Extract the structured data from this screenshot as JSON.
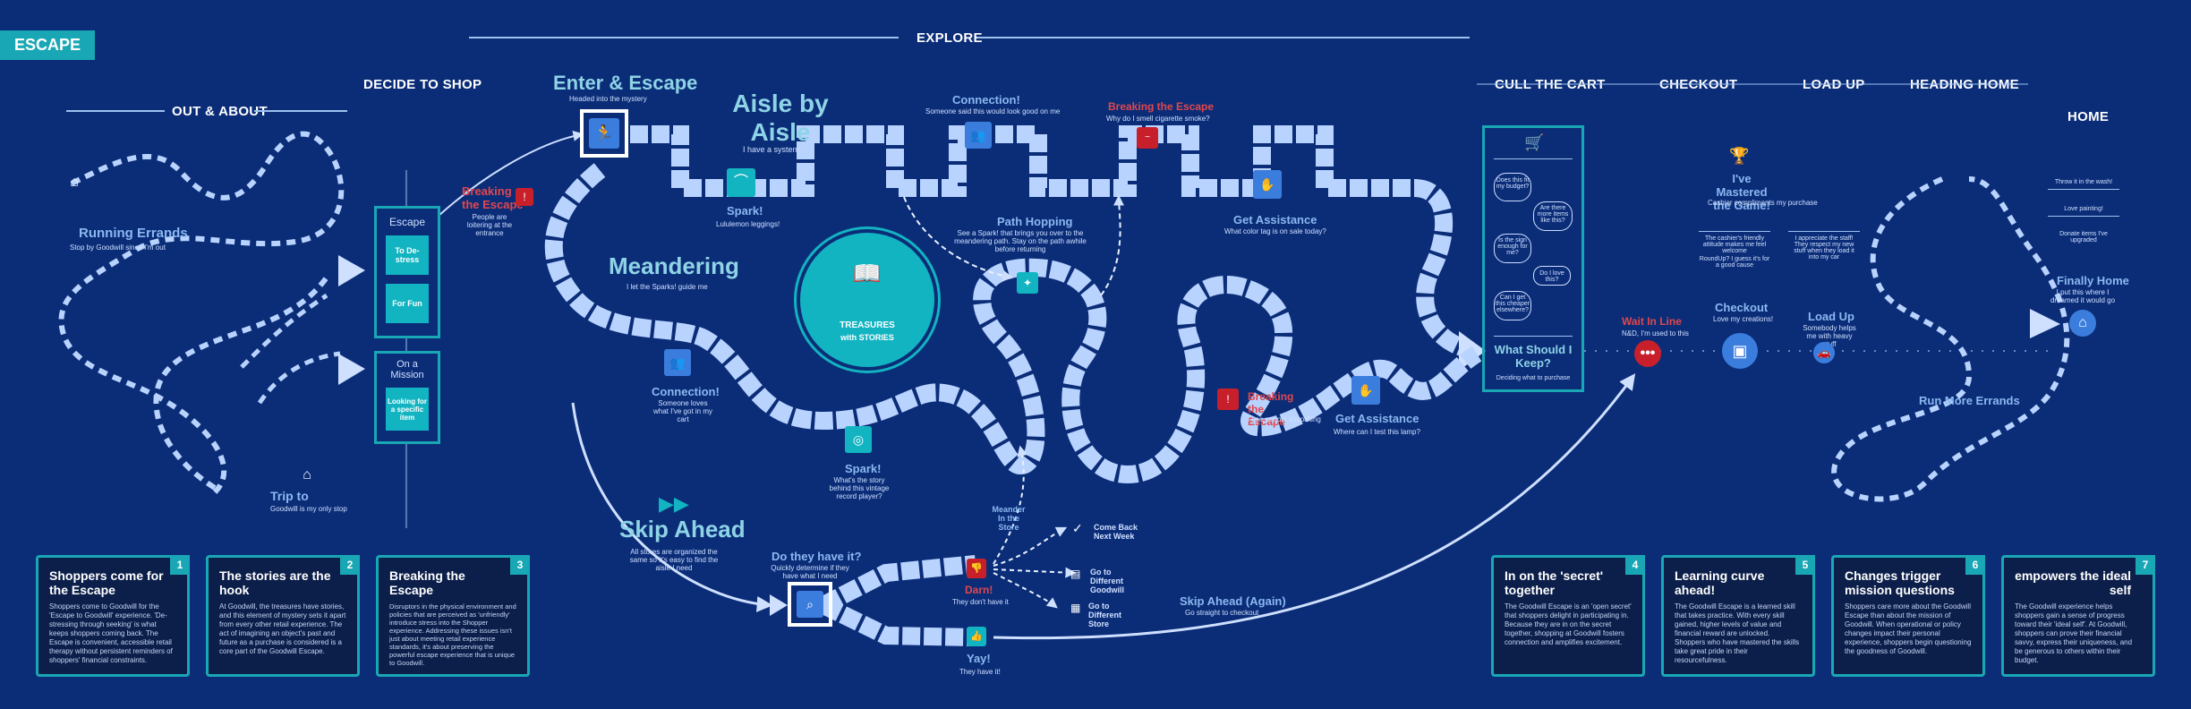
{
  "brand_tag": "ESCAPE",
  "sections": {
    "explore": "EXPLORE",
    "out_about": "OUT & ABOUT",
    "decide_to_shop": "DECIDE TO SHOP",
    "cull_the_cart": "CULL THE CART",
    "checkout": "CHECKOUT",
    "load_up": "LOAD UP",
    "heading_home": "HEADING HOME",
    "home": "HOME"
  },
  "stages": {
    "running_errands": {
      "title": "Running Errands",
      "sub": "Stop by Goodwill since I'm out"
    },
    "trip_to": {
      "title": "Trip to",
      "sub": "Goodwill is my only stop"
    },
    "escape_panel": {
      "title": "Escape",
      "items": [
        "To De-stress",
        "For Fun"
      ]
    },
    "mission_panel": {
      "title": "On a Mission",
      "items": [
        "Looking for a specific item"
      ]
    },
    "breaking_escape_1": {
      "title": "Breaking the Escape",
      "sub": "People are loitering at the entrance"
    },
    "enter_escape": {
      "title": "Enter & Escape",
      "sub": "Headed into the mystery"
    },
    "aisle_by_aisle": {
      "title": "Aisle by Aisle",
      "sub": "I have a system"
    },
    "spark_1": {
      "title": "Spark!",
      "sub": "Lululemon leggings!"
    },
    "connection_top": {
      "title": "Connection!",
      "sub": "Someone said this would look good on me"
    },
    "breaking_escape_top": {
      "title": "Breaking the Escape",
      "sub": "Why do I smell cigarette smoke?"
    },
    "path_hopping": {
      "title": "Path Hopping",
      "sub": "See a Spark! that brings you over to the meandering path. Stay on the path awhile before returning"
    },
    "get_assistance_top": {
      "title": "Get Assistance",
      "sub": "What color tag is on sale today?"
    },
    "meandering": {
      "title": "Meandering",
      "sub": "I let the Sparks! guide me"
    },
    "treasures": {
      "title": "TREASURES",
      "sub": "with STORIES"
    },
    "connection_low": {
      "title": "Connection!",
      "sub": "Someone loves what I've got in my cart"
    },
    "spark_2": {
      "title": "Spark!",
      "sub": "What's the story behind this vintage record player?"
    },
    "breaking_escape_right": {
      "title": "Breaking the Escape",
      "sub": "I see people shoplifting"
    },
    "get_assistance_low": {
      "title": "Get Assistance",
      "sub": "Where can I test this lamp?"
    },
    "skip_ahead": {
      "title": "Skip Ahead",
      "sub": "All stores are organized the same so it's easy to find the aisle I need"
    },
    "do_they_have_it": {
      "title": "Do they have it?",
      "sub": "Quickly determine if they have what I need"
    },
    "meander_in_store": {
      "title": "Meander In the Store"
    },
    "come_back": {
      "title": "Come Back Next Week"
    },
    "different_goodwill": {
      "title": "Go to Different Goodwill"
    },
    "different_store": {
      "title": "Go to Different Store"
    },
    "darn": {
      "title": "Darn!",
      "sub": "They don't have it"
    },
    "yay": {
      "title": "Yay!",
      "sub": "They have it!"
    },
    "skip_ahead_again": {
      "title": "Skip Ahead (Again)",
      "sub": "Go straight to checkout"
    },
    "what_should_keep": {
      "title": "What Should I Keep?",
      "sub": "Deciding what to purchase"
    },
    "thought_bubbles": [
      "Does this fit my budget?",
      "Are there more items like this?",
      "Is the sign enough for me?",
      "Do I love this?",
      "Can I get this cheaper elsewhere?"
    ],
    "wait_in_line": {
      "title": "Wait In Line",
      "sub": "N&D, I'm used to this"
    },
    "mastered_game": {
      "title": "I've Mastered the Game!",
      "sub": "Cashier compliments my purchase"
    },
    "mastered_notes": [
      "The cashier's friendly attitude makes me feel welcome",
      "I appreciate the staff! They respect my new stuff when they load it into my car",
      "RoundUp? I guess it's for a good cause"
    ],
    "checkout_stage": {
      "title": "Checkout",
      "sub": "Love my creations!"
    },
    "load_up_stage": {
      "title": "Load Up",
      "sub": "Somebody helps me with heavy stuff"
    },
    "run_more_errands": {
      "title": "Run More Errands"
    },
    "finally_home": {
      "title": "Finally Home",
      "sub": "I put this where I dreamed it would go"
    },
    "home_notes": [
      "Throw it in the wash!",
      "Love painting!",
      "Donate items I've upgraded"
    ]
  },
  "cards": [
    {
      "num": "1",
      "title": "Shoppers come for the Escape",
      "body": "Shoppers come to Goodwill for the 'Escape to Goodwill' experience. 'De-stressing through seeking' is what keeps shoppers coming back. The Escape is convenient, accessible retail therapy without persistent reminders of shoppers' financial constraints."
    },
    {
      "num": "2",
      "title": "The stories are the hook",
      "body": "At Goodwill, the treasures have stories, and this element of mystery sets it apart from every other retail experience. The act of imagining an object's past and future as a purchase is considered is a core part of the Goodwill Escape."
    },
    {
      "num": "3",
      "title": "Breaking the Escape",
      "body": "Disruptors in the physical environment and policies that are perceived as 'unfriendly' introduce stress into the Shopper experience. Addressing these issues isn't just about meeting retail experience standards, it's about preserving the powerful escape experience that is unique to Goodwill."
    },
    {
      "num": "4",
      "title": "In on the 'secret' together",
      "body": "The Goodwill Escape is an 'open secret' that shoppers delight in participating in. Because they are in on the secret together, shopping at Goodwill fosters connection and amplifies excitement."
    },
    {
      "num": "5",
      "title": "Learning curve ahead!",
      "body": "The Goodwill Escape is a learned skill that takes practice. With every skill gained, higher levels of value and financial reward are unlocked. Shoppers who have mastered the skills take great pride in their resourcefulness."
    },
    {
      "num": "6",
      "title": "Changes trigger mission questions",
      "body": "Shoppers care more about the Goodwill Escape than about the mission of Goodwill. When operational or policy changes impact their personal experience, shoppers begin questioning the goodness of Goodwill."
    },
    {
      "num": "7",
      "title": "empowers the ideal self",
      "body": "The Goodwill experience helps shoppers gain a sense of progress toward their 'ideal self'. At Goodwill, shoppers can prove their financial savvy, express their uniqueness, and be generous to others within their budget."
    }
  ],
  "colors": {
    "background": "#0b2d78",
    "teal": "#1aa7b5",
    "path": "#b9d3ff",
    "accent": "#3b7ddd",
    "red": "#c8202b"
  }
}
